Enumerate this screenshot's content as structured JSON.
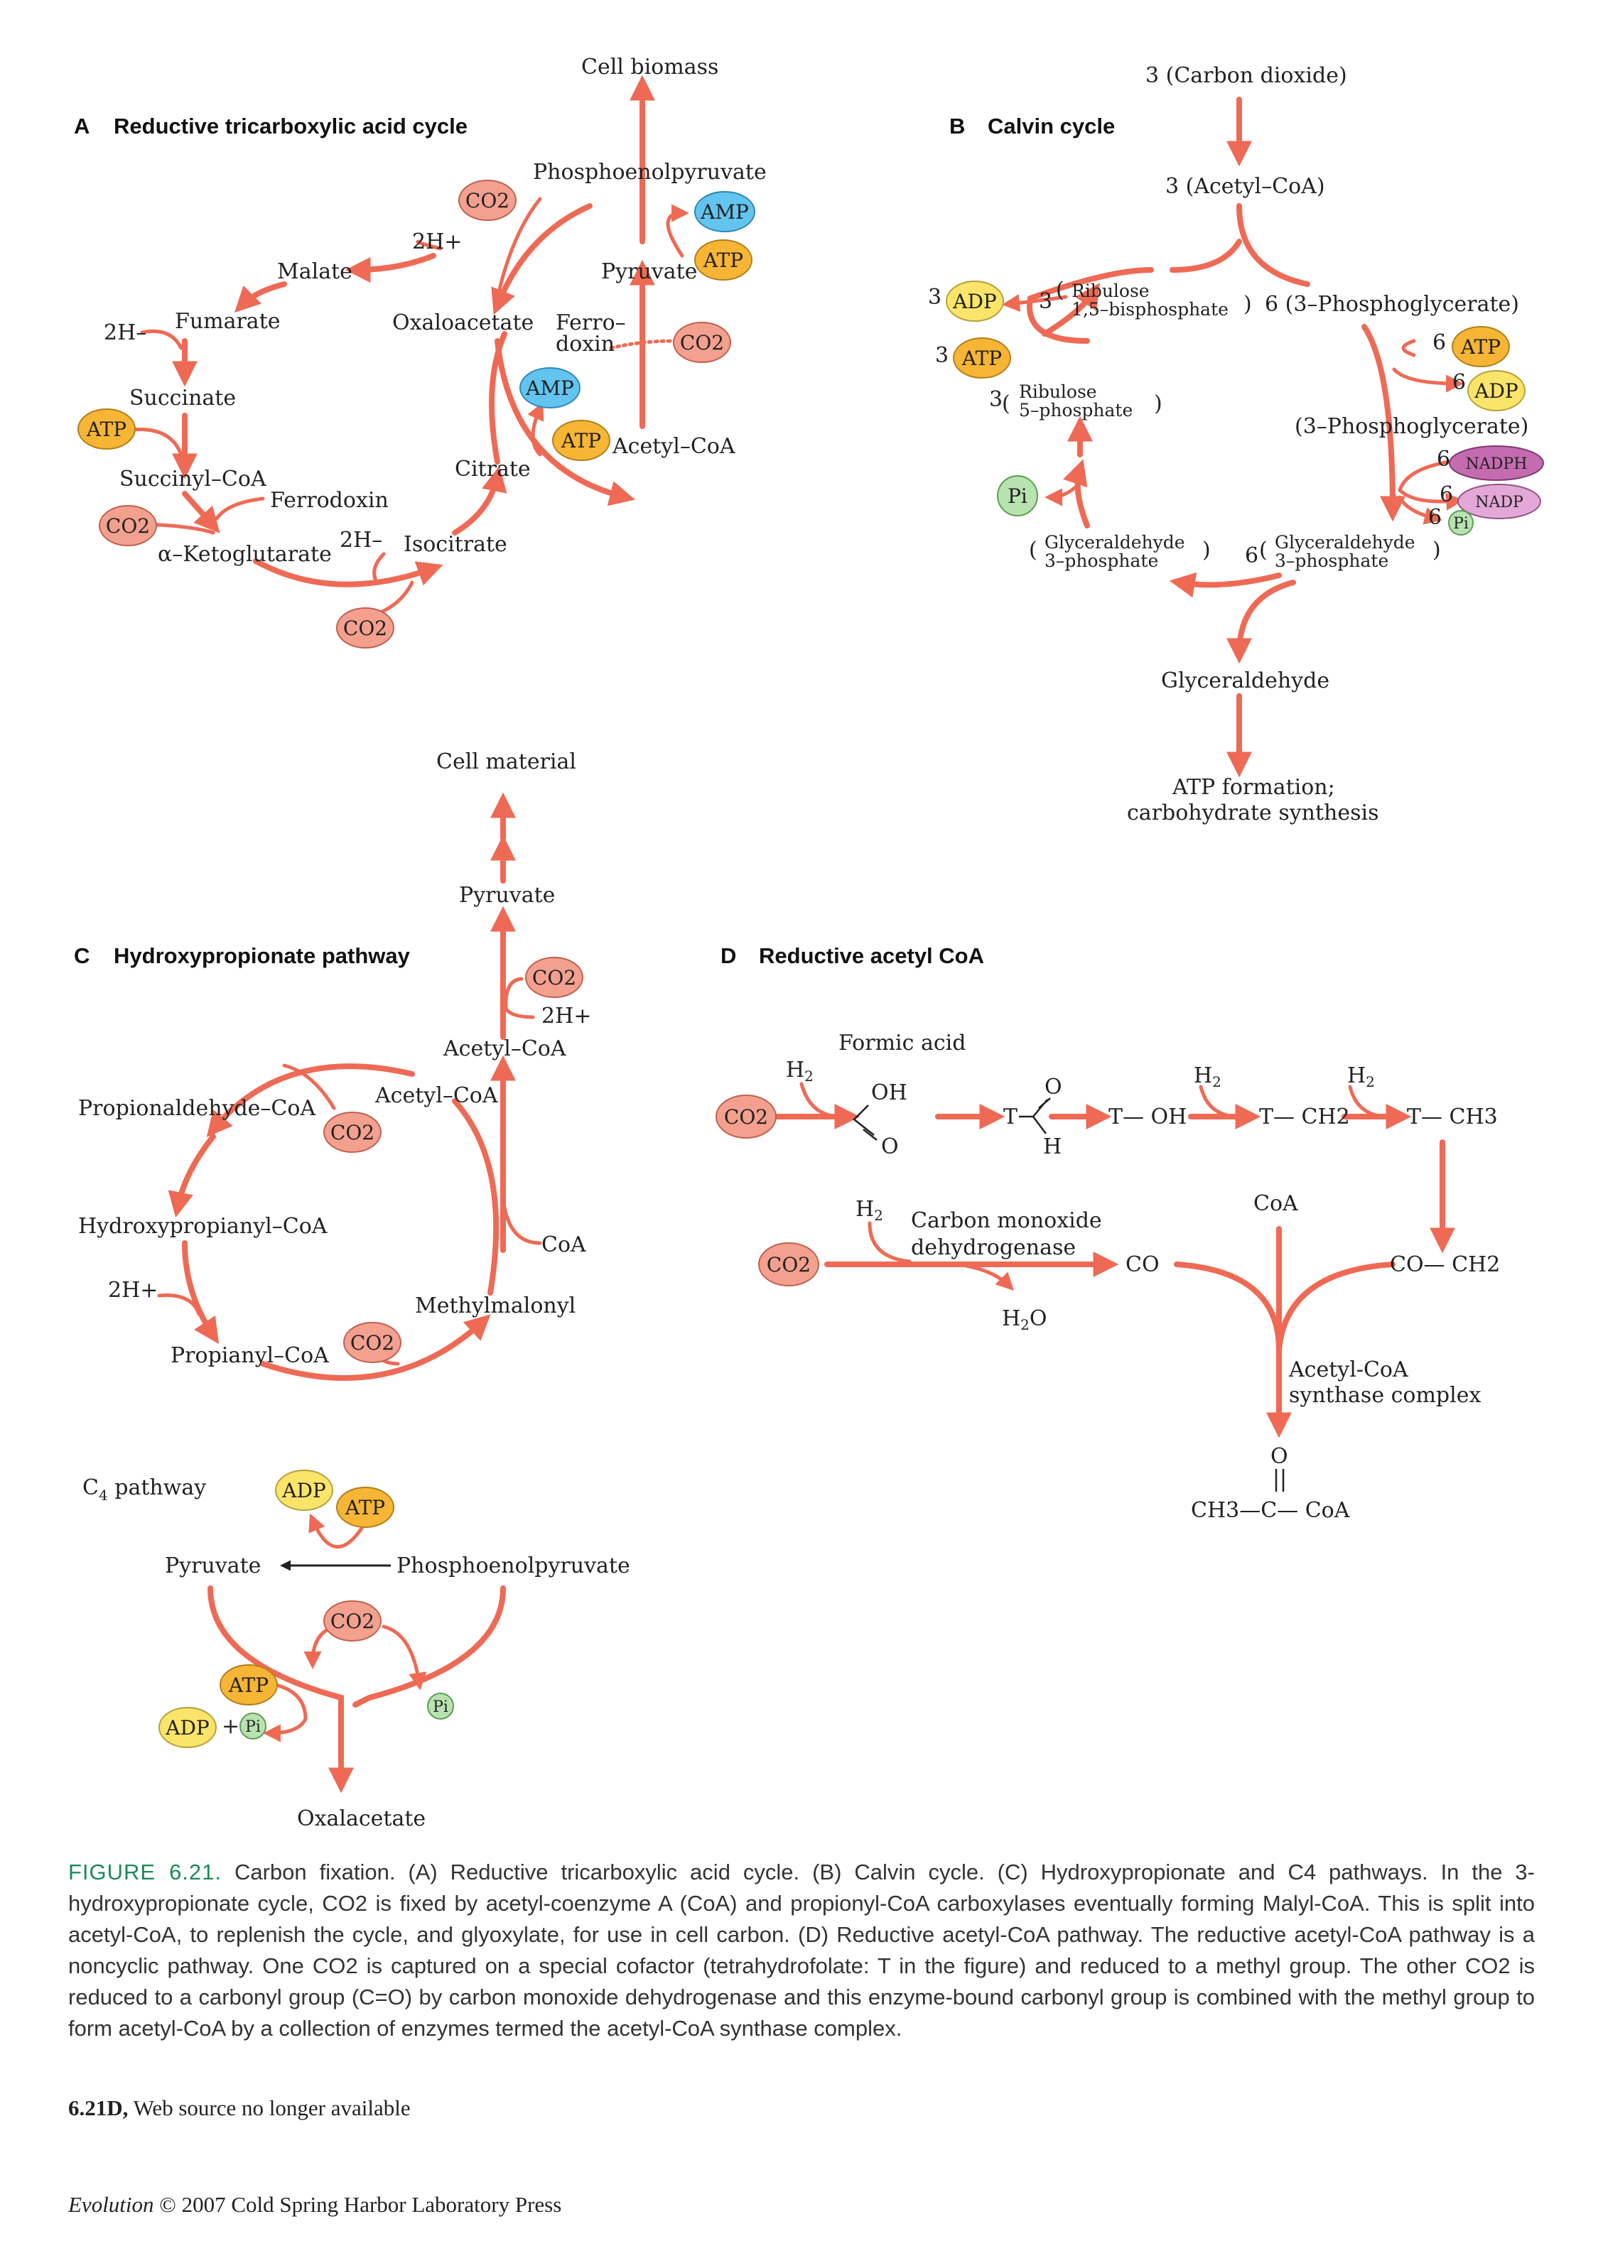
{
  "colors": {
    "arrow": "#ee6a55",
    "co2_fill": "#f3a08f",
    "atp_fill": "#f7b535",
    "adp_fill": "#fbe46a",
    "amp_fill": "#62c4ef",
    "pi_fill": "#b8e3b0",
    "nadph_fill": "#c56bb0",
    "nadp_fill": "#e3a8d8",
    "caption_accent": "#1b8a5a"
  },
  "panel_a": {
    "letter": "A",
    "title": "Reductive tricarboxylic acid cycle",
    "cell_biomass": "Cell biomass",
    "pep": "Phosphoenolpyruvate",
    "amp_top": "AMP",
    "atp_top": "ATP",
    "pyruvate": "Pyruvate",
    "co2_left": "CO2",
    "two_h_plus": "2H+",
    "malate": "Malate",
    "oxaloacetate": "Oxaloacetate",
    "ferro_doxin_line1": "Ferro–",
    "ferro_doxin_line2": "doxin",
    "co2_right": "CO2",
    "two_h_minus_left": "2H–",
    "fumarate": "Fumarate",
    "succinate": "Succinate",
    "atp_left": "ATP",
    "amp_mid": "AMP",
    "atp_mid": "ATP",
    "acetyl_coa": "Acetyl–CoA",
    "citrate": "Citrate",
    "succinyl_coa": "Succinyl–CoA",
    "ferrodoxin": "Ferrodoxin",
    "co2_bottom_left": "CO2",
    "alpha_keto": "α–Ketoglutarate",
    "two_h_minus_bottom": "2H–",
    "isocitrate": "Isocitrate",
    "co2_bottom": "CO2"
  },
  "panel_b": {
    "letter": "B",
    "title": "Calvin cycle",
    "carbon_dioxide": "3 (Carbon dioxide)",
    "acetyl_coa": "3 (Acetyl–CoA)",
    "adp_3": "ADP",
    "adp_3_coef": "3",
    "rubp_coef": "3",
    "rubp_line1": "Ribulose",
    "rubp_line2": "1,5–bisphosphate",
    "pga_6": "6 (3–Phosphoglycerate)",
    "atp_3": "ATP",
    "atp_3_coef": "3",
    "atp_6": "ATP",
    "atp_6_coef": "6",
    "adp_6": "ADP",
    "adp_6_coef": "6",
    "ru5p_coef": "3",
    "ru5p_line1": "Ribulose",
    "ru5p_line2": "5–phosphate",
    "pga_label": "(3–Phosphoglycerate)",
    "nadph": "NADPH",
    "nadph_coef": "6",
    "nadp": "NADP",
    "nadp_coef": "6",
    "pi_right_coef": "6",
    "pi": "Pi",
    "g3p_left_line1": "Glyceraldehyde",
    "g3p_left_line2": "3–phosphate",
    "g3p_right_coef": "6",
    "g3p_right_line1": "Glyceraldehyde",
    "g3p_right_line2": "3–phosphate",
    "glyceraldehyde": "Glyceraldehyde",
    "atp_formation_line1": "ATP formation;",
    "atp_formation_line2": "carbohydrate synthesis"
  },
  "panel_c": {
    "letter": "C",
    "title": "Hydroxypropionate pathway",
    "cell_material": "Cell material",
    "pyruvate": "Pyruvate",
    "co2_top": "CO2",
    "two_h_plus_top": "2H+",
    "acetyl_coa_top": "Acetyl–CoA",
    "acetyl_coa": "Acetyl–CoA",
    "propionaldehyde": "Propionaldehyde–CoA",
    "co2_mid": "CO2",
    "hydroxypropianyl": "Hydroxypropianyl–CoA",
    "coa": "CoA",
    "two_h_plus": "2H+",
    "methylmalonyl": "Methylmalonyl",
    "propianyl": "Propianyl–CoA",
    "co2_bottom": "CO2"
  },
  "panel_c4": {
    "title_prefix": "C",
    "title_sub": "4",
    "title_suffix": " pathway",
    "adp": "ADP",
    "atp": "ATP",
    "pyruvate": "Pyruvate",
    "pep": "Phosphoenolpyruvate",
    "co2": "CO2",
    "atp2": "ATP",
    "adp2": "ADP",
    "plus": "+",
    "pi_left": "Pi",
    "pi_right": "Pi",
    "oxalacetate": "Oxalacetate"
  },
  "panel_d": {
    "letter": "D",
    "title": "Reductive acetyl CoA",
    "formic_acid": "Formic acid",
    "h2": "H2",
    "co2_top": "CO2",
    "oh": "OH",
    "o": "O",
    "t": "T",
    "h": "H",
    "t_oh": "T— OH",
    "t_ch2": "T— CH2",
    "t_ch3": "T— CH3",
    "co2_bottom": "CO2",
    "h2_bottom": "H2",
    "cmd_line1": "Carbon monoxide",
    "cmd_line2": "dehydrogenase",
    "h2o": "H2O",
    "co": "CO",
    "coa": "CoA",
    "co_ch2": "CO— CH2",
    "synthase_line1": "Acetyl-CoA",
    "synthase_line2": "synthase complex",
    "product_o": "O",
    "product": "CH3—C— CoA"
  },
  "caption": {
    "figure_label": "FIGURE 6.21.",
    "text": " Carbon fixation. (A) Reductive tricarboxylic acid cycle. (B) Calvin cycle. (C) Hydroxypropionate and C4 pathways. In the 3-hydroxypropionate cycle, CO2 is fixed by acetyl-coenzyme A (CoA) and propionyl-CoA carboxylases eventually forming Malyl-CoA. This is split into acetyl-CoA, to replenish the cycle, and glyoxylate, for use in cell carbon. (D) Reductive acetyl-CoA pathway. The reductive acetyl-CoA pathway is a noncyclic pathway. One CO2 is captured on a special cofactor (tetrahydrofolate: T in the figure) and reduced to a methyl group. The other CO2 is reduced to a carbonyl group (C=O) by carbon monoxide dehydrogenase and this enzyme-bound carbonyl group is combined with the methyl group to form acetyl-CoA by a collection of enzymes termed the acetyl-CoA synthase complex."
  },
  "source": {
    "label": "6.21D,",
    "text": " Web source no longer available"
  },
  "copyright": {
    "italic": "Evolution",
    "text": " © 2007 Cold Spring Harbor Laboratory Press"
  }
}
